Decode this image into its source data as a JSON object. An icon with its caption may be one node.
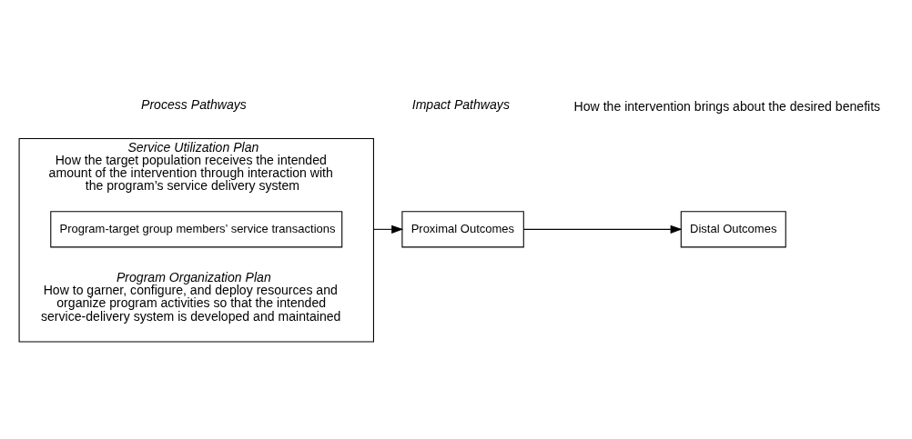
{
  "diagram": {
    "nodes": [
      {
        "text": [
          "Service Utilization Plan",
          "How the target population receives the intended amount of the intervention through interaction with the program’s service delivery system",
          "Program Organization Plan",
          "How to garner, configure, and deploy resources and organize program activities so that the intended service-delivery system is developed and maintained"
        ]
      },
      {
        "text": [
          "Program-target group members’ service transactions"
        ],
        "in": 0
      },
      {
        "text": [
          "Proximal Outcomes"
        ]
      },
      {
        "text": [
          "Distal Outcomes"
        ]
      }
    ],
    "edges": [
      {
        "from": 0,
        "to": 2,
        "arrow": "to"
      },
      {
        "from": 2,
        "to": 3,
        "arrow": "to"
      }
    ],
    "labels": [
      "Process Pathways",
      "Impact Pathways",
      "How the intervention brings about the desired benefits"
    ]
  }
}
